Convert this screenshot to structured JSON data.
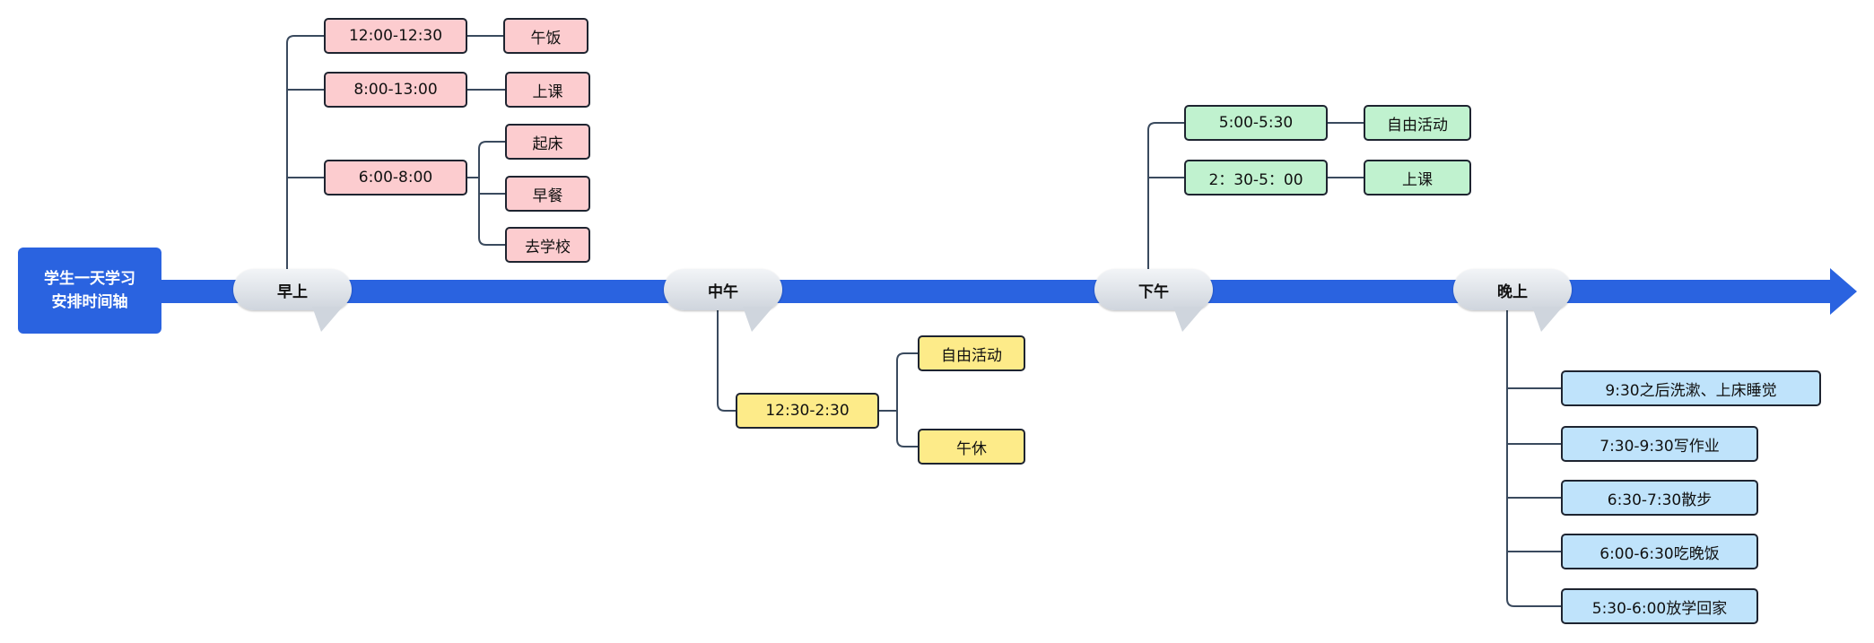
{
  "root": {
    "line1": "学生一天学习",
    "line2": "安排时间轴"
  },
  "colors": {
    "axis": "#2a63e0",
    "morning": "#fccccf",
    "noon": "#fdeb89",
    "afternoon": "#c0f2cf",
    "evening": "#bfe3fb"
  },
  "periods": {
    "morning": {
      "label": "早上",
      "times": [
        "12:00-12:30",
        "8:00-13:00",
        "6:00-8:00"
      ],
      "items": [
        "午饭",
        "上课",
        "起床",
        "早餐",
        "去学校"
      ]
    },
    "noon": {
      "label": "中午",
      "times": [
        "12:30-2:30"
      ],
      "items": [
        "自由活动",
        "午休"
      ]
    },
    "afternoon": {
      "label": "下午",
      "times": [
        "5:00-5:30",
        "2：30-5：00"
      ],
      "items": [
        "自由活动",
        "上课"
      ]
    },
    "evening": {
      "label": "晚上",
      "items": [
        "9:30之后洗漱、上床睡觉",
        "7:30-9:30写作业",
        "6:30-7:30散步",
        "6:00-6:30吃晚饭",
        "5:30-6:00放学回家"
      ]
    }
  }
}
